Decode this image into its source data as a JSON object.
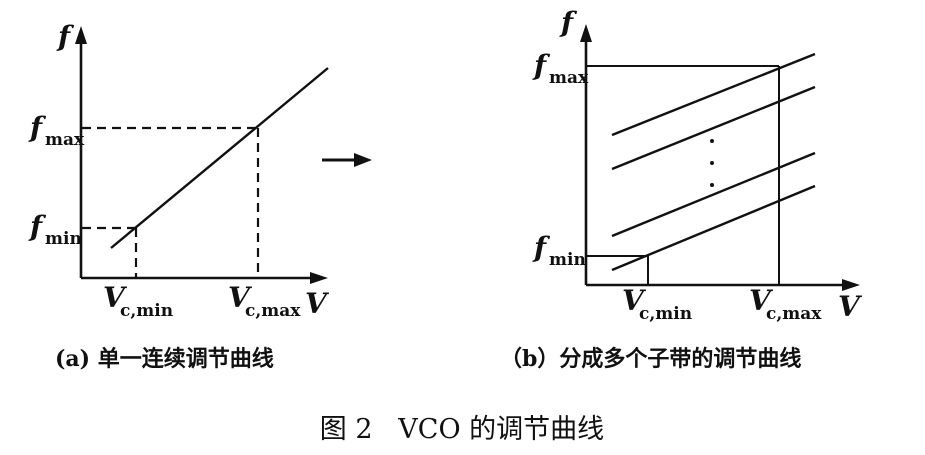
{
  "panel_a": {
    "axis_y": "f",
    "axis_x": "V",
    "f_max": "f",
    "f_max_sub": "max",
    "f_min": "f",
    "f_min_sub": "min",
    "vc_min": "V",
    "vc_min_sub": "c,min",
    "vc_max": "V",
    "vc_max_sub": "c,max",
    "caption": "(a) 单一连续调节曲线"
  },
  "panel_b": {
    "axis_y": "f",
    "axis_x": "V",
    "f_max": "f",
    "f_max_sub": "max",
    "f_min": "f",
    "f_min_sub": "min",
    "vc_min": "V",
    "vc_min_sub": "c,min",
    "vc_max": "V",
    "vc_max_sub": "c,max",
    "caption": "（b）分成多个子带的调节曲线"
  },
  "figure_caption": "图 2   VCO 的调节曲线",
  "colors": {
    "ink": "#111111",
    "background": "#ffffff"
  }
}
